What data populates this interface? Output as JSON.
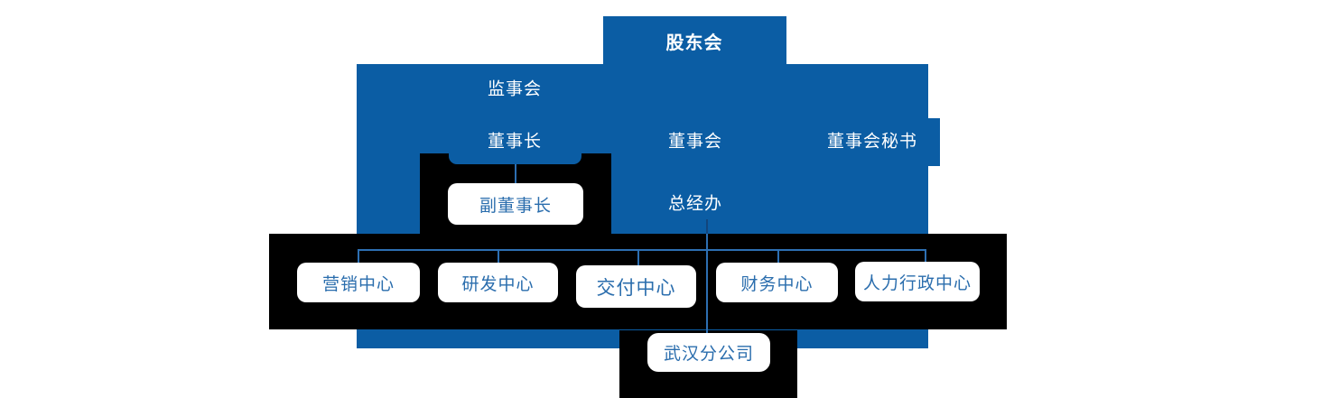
{
  "org": {
    "shareholders": "股东会",
    "supervisory": "监事会",
    "chairman": "董事长",
    "board": "董事会",
    "board_secretary": "董事会秘书",
    "vice_chairman": "副董事长",
    "gm_office": "总经办",
    "marketing": "营销中心",
    "rnd": "研发中心",
    "delivery": "交付中心",
    "finance": "财务中心",
    "hr_admin": "人力行政中心",
    "wuhan_branch": "武汉分公司"
  },
  "hierarchy": [
    {
      "parent": "股东会",
      "children": [
        "监事会",
        "董事会"
      ]
    },
    {
      "parent": "董事会",
      "children": [
        "董事长",
        "董事会秘书"
      ]
    },
    {
      "parent": "董事长",
      "children": [
        "副董事长"
      ]
    },
    {
      "parent": "总经办",
      "children": [
        "营销中心",
        "研发中心",
        "交付中心",
        "财务中心",
        "人力行政中心",
        "武汉分公司"
      ]
    }
  ],
  "colors": {
    "primary_blue": "#0b5da4",
    "connector_blue": "#2d6fb2",
    "connector_dark_blue": "#12457c",
    "node_text_blue": "#2a6dad",
    "background_black": "#000000",
    "node_white": "#ffffff"
  }
}
